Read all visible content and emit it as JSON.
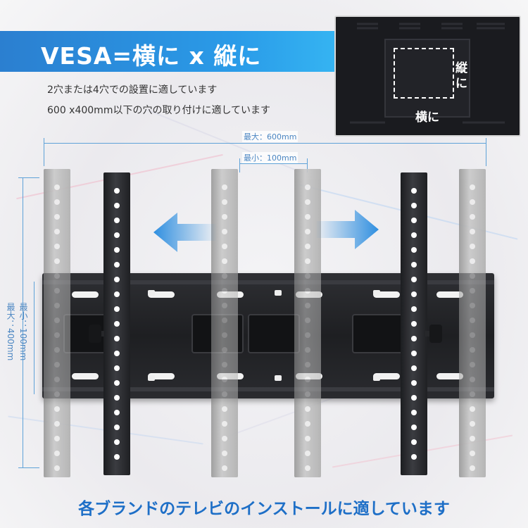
{
  "title": "VESA=横に x 縦に",
  "lines": [
    "2穴または4穴での設置に適しています",
    "600 x400mm以下の穴の取り付けに適しています"
  ],
  "tv_labels": {
    "vertical": "縦\nに",
    "horizontal": "横に"
  },
  "dimensions": {
    "width_max": "最大：600mm",
    "width_min": "最小：100mm",
    "height_min": "最小：100mm",
    "height_max": "最大：400mm"
  },
  "bottom_caption": "各ブランドのテレビのインストールに適しています",
  "colors": {
    "banner": "#2a9be8",
    "accent_text": "#1e6fc7",
    "dimension": "#5fa2d8",
    "arrow": "#2f8fe0"
  }
}
